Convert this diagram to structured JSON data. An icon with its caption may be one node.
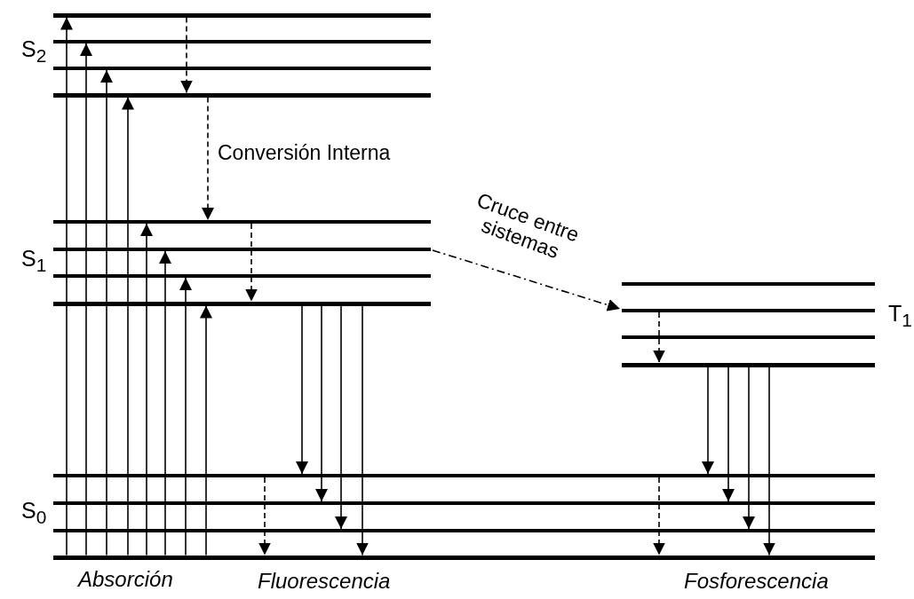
{
  "diagram": {
    "nodes": [
      {
        "text": [],
        "shape": "bar"
      },
      {
        "text": [],
        "shape": "bar"
      },
      {
        "text": [],
        "shape": "bar"
      },
      {
        "text": [],
        "shape": "bar"
      },
      {
        "text": [],
        "shape": "bar"
      },
      {
        "text": [],
        "shape": "bar"
      },
      {
        "text": [],
        "shape": "bar"
      },
      {
        "text": [],
        "shape": "bar"
      },
      {
        "text": [],
        "shape": "bar"
      },
      {
        "text": [],
        "shape": "bar"
      },
      {
        "text": [],
        "shape": "bar"
      },
      {
        "text": [],
        "shape": "bar"
      },
      {
        "text": [],
        "shape": "bar"
      },
      {
        "text": [],
        "shape": "bar"
      },
      {
        "text": [],
        "shape": "bar"
      },
      {
        "text": [],
        "shape": "bar"
      }
    ],
    "edges": [
      {
        "from": 15,
        "to": 0,
        "arrow": "to"
      },
      {
        "from": 15,
        "to": 1,
        "arrow": "to"
      },
      {
        "from": 15,
        "to": 2,
        "arrow": "to"
      },
      {
        "from": 15,
        "to": 3,
        "arrow": "to"
      },
      {
        "from": 15,
        "to": 4,
        "arrow": "to"
      },
      {
        "from": 15,
        "to": 5,
        "arrow": "to"
      },
      {
        "from": 15,
        "to": 6,
        "arrow": "to"
      },
      {
        "from": 15,
        "to": 7,
        "arrow": "to"
      },
      {
        "from": 0,
        "to": 3,
        "arrow": "to",
        "style": "dashed"
      },
      {
        "from": 3,
        "to": 4,
        "arrow": "to",
        "style": "dashed",
        "label": "Conversión Interna"
      },
      {
        "from": 4,
        "to": 7,
        "arrow": "to",
        "style": "dashed"
      },
      {
        "from": 7,
        "to": 12,
        "arrow": "to"
      },
      {
        "from": 7,
        "to": 13,
        "arrow": "to"
      },
      {
        "from": 7,
        "to": 14,
        "arrow": "to"
      },
      {
        "from": 7,
        "to": 15,
        "arrow": "to"
      },
      {
        "from": 12,
        "to": 15,
        "arrow": "to",
        "style": "dashed"
      },
      {
        "from": 5,
        "to": 9,
        "arrow": "to",
        "style": "dashed",
        "label": "Cruce entre sistemas"
      },
      {
        "from": 9,
        "to": 11,
        "arrow": "to",
        "style": "dashed"
      },
      {
        "from": 11,
        "to": 12,
        "arrow": "to"
      },
      {
        "from": 11,
        "to": 13,
        "arrow": "to"
      },
      {
        "from": 11,
        "to": 14,
        "arrow": "to"
      },
      {
        "from": 11,
        "to": 15,
        "arrow": "to"
      },
      {
        "from": 12,
        "to": 15,
        "arrow": "to",
        "style": "dashed"
      }
    ],
    "labels": [
      "S$_{2}$",
      "S$_{1}$",
      "T$_{1}$",
      "S$_{0}$",
      "Absorción",
      "Fluorescencia",
      "Fosforescencia"
    ]
  }
}
